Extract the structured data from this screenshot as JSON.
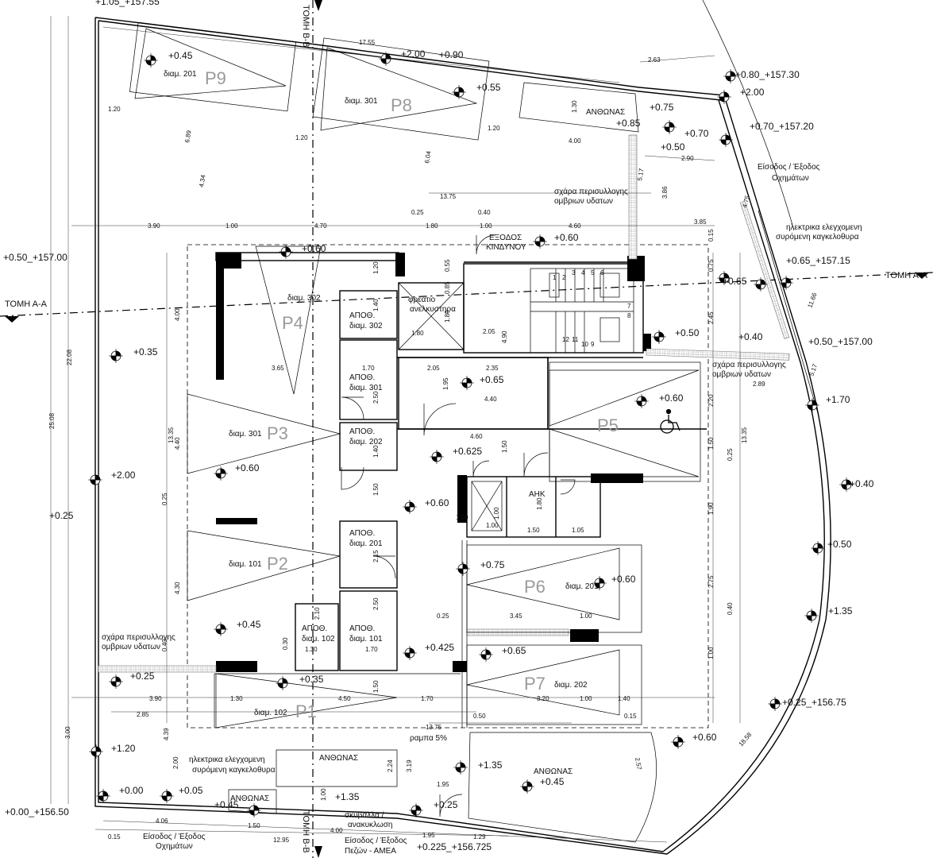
{
  "section_marks": {
    "section_bb": "ΤΟΜΗ Β-Β",
    "section_aa": "ΤΟΜΗ Α-Α"
  },
  "boundary_levels": {
    "top_left": "+1.05_+157.55",
    "left_157": "+0.50_+157.00",
    "left_025": "+0.25",
    "bottom_left": "+0.00_+156.50",
    "top_right_1": "+0.80_+157.30",
    "top_right_2": "+0.70_+157.20",
    "right_1": "+0.65_+157.15",
    "right_2": "+0.50_+157.00",
    "right_3": "+0.25_+156.75",
    "bottom_mid": "+0.225_+156.725"
  },
  "spot_levels": [
    "+0.45",
    "+2.00",
    "+0.90",
    "+0.55",
    "+0.75",
    "+2.00",
    "+0.85",
    "+0.70",
    "+0.50",
    "+0.60",
    "+0.60",
    "+0.65",
    "+0.35",
    "+0.50",
    "+0.40",
    "+1.70",
    "+0.60",
    "+0.65",
    "+0.625",
    "+0.60",
    "+2.00",
    "+0.60",
    "+0.40",
    "+0.50",
    "+0.75",
    "+0.60",
    "+0.45",
    "+0.425",
    "+1.35",
    "+0.65",
    "+0.25",
    "+0.35",
    "+1.20",
    "+0.00",
    "+0.05",
    "+0.45",
    "+1.35",
    "+0.25",
    "+1.35",
    "+0.45",
    "+0.60"
  ],
  "parking": [
    {
      "id": "P1",
      "flat": "διαμ. 102"
    },
    {
      "id": "P2",
      "flat": "διαμ. 101"
    },
    {
      "id": "P3",
      "flat": "διαμ. 301"
    },
    {
      "id": "P4",
      "flat": "διαμ. 302"
    },
    {
      "id": "P5",
      "flat": ""
    },
    {
      "id": "P6",
      "flat": "διαμ. 201"
    },
    {
      "id": "P7",
      "flat": "διαμ. 202"
    },
    {
      "id": "P8",
      "flat": "διαμ. 301"
    },
    {
      "id": "P9",
      "flat": "διαμ. 201"
    }
  ],
  "storage_rooms": [
    {
      "name": "ΑΠΟΘ.",
      "flat": "διαμ. 302"
    },
    {
      "name": "ΑΠΟΘ.",
      "flat": "διαμ. 301"
    },
    {
      "name": "ΑΠΟΘ.",
      "flat": "διαμ. 202"
    },
    {
      "name": "ΑΠΟΘ.",
      "flat": "διαμ. 201"
    },
    {
      "name": "ΑΠΟΘ.",
      "flat": "διαμ. 102"
    },
    {
      "name": "ΑΠΟΘ.",
      "flat": "διαμ. 101"
    }
  ],
  "rooms": {
    "emergency_exit_1": "ΕΞΟΔΟΣ",
    "emergency_exit_2": "ΚΙΝΔΥΝΟΥ",
    "lift_pit_1": "φρεατιο",
    "lift_pit_2": "ανελκυστηρα",
    "ahk": "ΑΗΚ",
    "garden_top": "ΑΝΘΩΝΑΣ",
    "garden_bottom_left": "ΑΝΘΩΝΑΣ",
    "garden_bottom_mid": "ΑΝΘΩΝΑΣ",
    "garden_bottom_right": "ΑΝΘΩΝΑΣ",
    "ramp": "ραμπα 5%",
    "waste_1": "σκυβαλλα /",
    "waste_2": "ανακυκλωση"
  },
  "notes": {
    "drain_top_1": "σχάρα περισυλλογης",
    "drain_top_2": "ομβριων υδατων",
    "drain_right_1": "σχάρα περισυλλογης",
    "drain_right_2": "ομβριων υδατων",
    "drain_left_1": "σχάρα περισυλλογης",
    "drain_left_2": "ομβριων υδατων",
    "gate_right_1": "ηλεκτρικα ελεγχομενη",
    "gate_right_2": "συρόμενη καγκελοθυρα",
    "gate_bottom_1": "ηλεκτρικα ελεγχομενη",
    "gate_bottom_2": "συρόμενη καγκελοθυρα",
    "vehicle_entry_right_1": "Είσοδος / Έξοδος",
    "vehicle_entry_right_2": "Οχημάτων",
    "vehicle_entry_bottom_1": "Είσοδος / Έξοδος",
    "vehicle_entry_bottom_2": "Οχημάτων",
    "pedestrian_entry_1": "Είσοδος / Έξοδος",
    "pedestrian_entry_2": "Πεζών - ΑΜΕΑ"
  },
  "dimensions": [
    "17.55",
    "2.63",
    "1.20",
    "1.20",
    "1.20",
    "1.30",
    "4.00",
    "2.90",
    "6.89",
    "4.34",
    "6.04",
    "13.75",
    "0.25",
    "0.40",
    "3.90",
    "1.00",
    "4.70",
    "1.80",
    "1.00",
    "4.60",
    "5.17",
    "3.86",
    "3.85",
    "4.75",
    "11.66",
    "0.15",
    "0.75",
    "0.55",
    "1.20",
    "0.85",
    "1.40",
    "1.80",
    "1.80",
    "2.05",
    "4.90",
    "3.65",
    "1.70",
    "2.50",
    "2.05",
    "2.35",
    "1.95",
    "4.40",
    "4.60",
    "1.40",
    "1.50",
    "2.45",
    "2.20",
    "1.50",
    "0.25",
    "13.35",
    "13.35",
    "4.00",
    "4.40",
    "25.08",
    "22.08",
    "0.25",
    "1.50",
    "1.90",
    "1.80",
    "1.00",
    "1.00",
    "1.50",
    "1.05",
    "4.30",
    "2.15",
    "2.10",
    "2.50",
    "1.30",
    "1.70",
    "0.30",
    "0.40",
    "2.75",
    "0.25",
    "3.45",
    "1.00",
    "0.40",
    "1.00",
    "3.20",
    "1.00",
    "1.40",
    "1.50",
    "3.90",
    "1.30",
    "4.50",
    "1.70",
    "2.85",
    "0.50",
    "0.15",
    "4.39",
    "3.00",
    "13.75",
    "2.57",
    "18.58",
    "2.00",
    "2.24",
    "3.19",
    "1.95",
    "1.00",
    "4.06",
    "1.50",
    "12.95",
    "4.00",
    "1.95",
    "1.29",
    "0.15",
    "5.17",
    "2.89",
    "1.00"
  ],
  "stair_steps": [
    "1",
    "2",
    "3",
    "4",
    "5",
    "6",
    "7",
    "8",
    "9",
    "10",
    "11",
    "12"
  ]
}
